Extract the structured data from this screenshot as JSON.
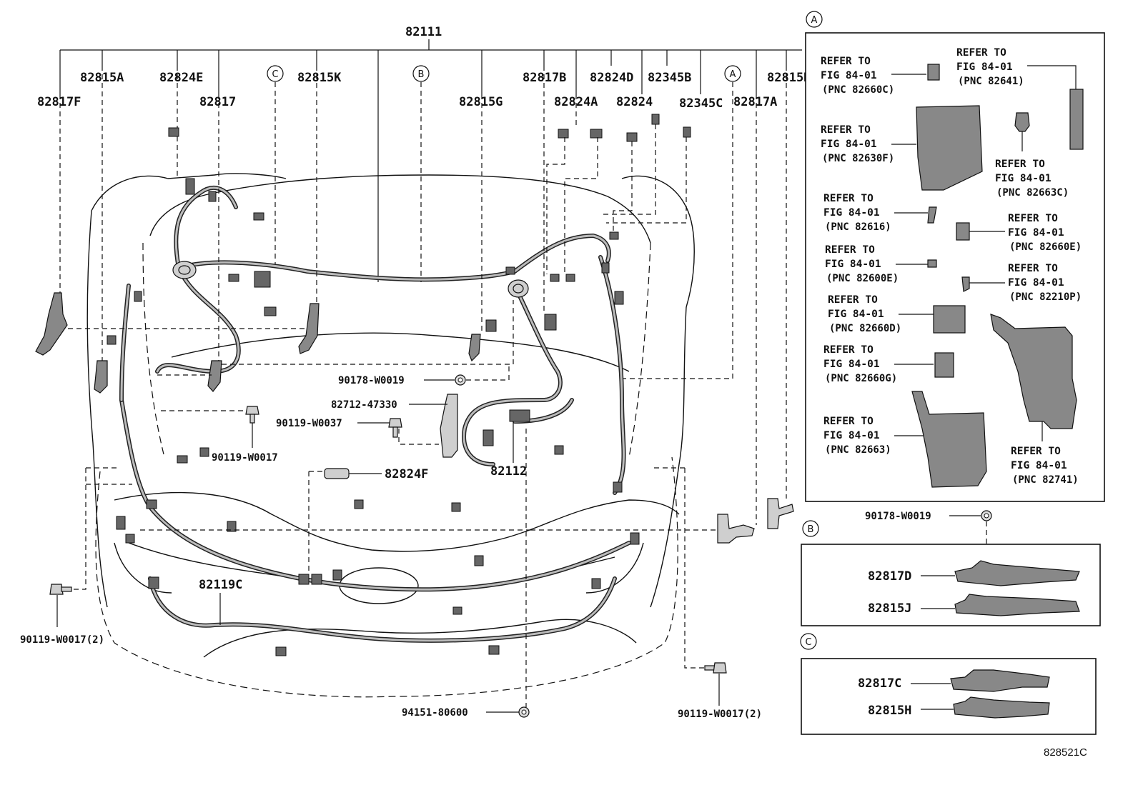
{
  "labels": {
    "main_harness": "82111",
    "p82815A": "82815A",
    "p82824E": "82824E",
    "p82817F": "82817F",
    "p82817": "82817",
    "p82815K": "82815K",
    "p82817B": "82817B",
    "p82824D": "82824D",
    "p82345B": "82345B",
    "p82815B": "82815B",
    "p82815G": "82815G",
    "p82824A": "82824A",
    "p82824": "82824",
    "p82345C": "82345C",
    "p82817A": "82817A",
    "p90178_W0019": "90178-W0019",
    "p82712_47330": "82712-47330",
    "p90119_W0037": "90119-W0037",
    "p90119_W0017": "90119-W0017",
    "p82824F": "82824F",
    "p82112": "82112",
    "p82119C": "82119C",
    "p90119_W0017_2_left": "90119-W0017(2)",
    "p94151_80600": "94151-80600",
    "p90119_W0017_2_right": "90119-W0017(2)",
    "figure_id": "828521C"
  },
  "callouts": {
    "A": "A",
    "B": "B",
    "C": "C"
  },
  "panel_a": {
    "letter": "A",
    "refs": [
      {
        "line1": "REFER TO",
        "line2": "FIG 84-01",
        "pnc": "(PNC 82660C)"
      },
      {
        "line1": "REFER TO",
        "line2": "FIG 84-01",
        "pnc": "(PNC 82641)"
      },
      {
        "line1": "REFER TO",
        "line2": "FIG 84-01",
        "pnc": "(PNC 82630F)"
      },
      {
        "line1": "REFER TO",
        "line2": "FIG 84-01",
        "pnc": "(PNC 82663C)"
      },
      {
        "line1": "REFER TO",
        "line2": "FIG 84-01",
        "pnc": "(PNC 82616)"
      },
      {
        "line1": "REFER TO",
        "line2": "FIG 84-01",
        "pnc": "(PNC 82660E)"
      },
      {
        "line1": "REFER TO",
        "line2": "FIG 84-01",
        "pnc": "(PNC 82600E)"
      },
      {
        "line1": "REFER TO",
        "line2": "FIG 84-01",
        "pnc": "(PNC 82210P)"
      },
      {
        "line1": "REFER TO",
        "line2": "FIG 84-01",
        "pnc": "(PNC 82660D)"
      },
      {
        "line1": "REFER TO",
        "line2": "FIG 84-01",
        "pnc": "(PNC 82660G)"
      },
      {
        "line1": "REFER TO",
        "line2": "FIG 84-01",
        "pnc": "(PNC 82663)"
      },
      {
        "line1": "REFER TO",
        "line2": "FIG 84-01",
        "pnc": "(PNC 82741)"
      }
    ]
  },
  "panel_b": {
    "letter": "B",
    "clip": "90178-W0019",
    "part1": "82817D",
    "part2": "82815J"
  },
  "panel_c": {
    "letter": "C",
    "part1": "82817C",
    "part2": "82815H"
  }
}
